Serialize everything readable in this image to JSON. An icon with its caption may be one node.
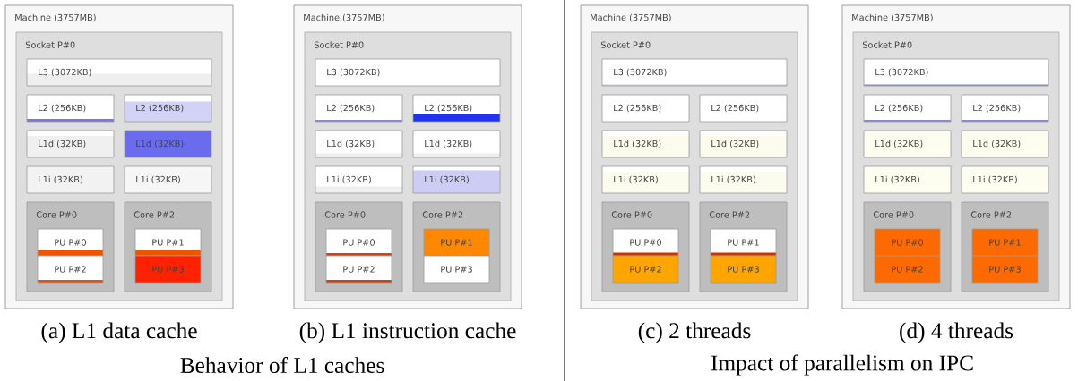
{
  "diagram": {
    "nodes": [
      {
        "text": [
          "Machine (3757MB)"
        ]
      },
      {
        "text": [
          "Socket P#0"
        ],
        "in": 0
      },
      {
        "text": [
          "L3 (3072KB)"
        ],
        "in": 1
      },
      {
        "text": [
          "L2 (256KB)"
        ],
        "in": 1
      },
      {
        "text": [
          "L2 (256KB)"
        ],
        "in": 1
      },
      {
        "text": [
          "L1d (32KB)"
        ],
        "in": 1
      },
      {
        "text": [
          "L1d (32KB)"
        ],
        "in": 1
      },
      {
        "text": [
          "L1i (32KB)"
        ],
        "in": 1
      },
      {
        "text": [
          "L1i (32KB)"
        ],
        "in": 1
      },
      {
        "text": [
          "Core P#0"
        ],
        "in": 1
      },
      {
        "text": [
          "PU P#0"
        ],
        "in": 9
      },
      {
        "text": [
          "PU P#2"
        ],
        "in": 9
      },
      {
        "text": [
          "Core P#2"
        ],
        "in": 1
      },
      {
        "text": [
          "PU P#1"
        ],
        "in": 12
      },
      {
        "text": [
          "PU P#3"
        ],
        "in": 12
      },
      {
        "text": [
          "Machine (3757MB)"
        ]
      },
      {
        "text": [
          "Socket P#0"
        ],
        "in": 15
      },
      {
        "text": [
          "L3 (3072KB)"
        ],
        "in": 16
      },
      {
        "text": [
          "L2 (256KB)"
        ],
        "in": 16
      },
      {
        "text": [
          "L2 (256KB)"
        ],
        "in": 16
      },
      {
        "text": [
          "L1d (32KB)"
        ],
        "in": 16
      },
      {
        "text": [
          "L1d (32KB)"
        ],
        "in": 16
      },
      {
        "text": [
          "L1i (32KB)"
        ],
        "in": 16
      },
      {
        "text": [
          "L1i (32KB)"
        ],
        "in": 16
      },
      {
        "text": [
          "Core P#0"
        ],
        "in": 16
      },
      {
        "text": [
          "PU P#0"
        ],
        "in": 24
      },
      {
        "text": [
          "PU P#2"
        ],
        "in": 24
      },
      {
        "text": [
          "Core P#2"
        ],
        "in": 16
      },
      {
        "text": [
          "PU P#1"
        ],
        "in": 27
      },
      {
        "text": [
          "PU P#3"
        ],
        "in": 27
      },
      {
        "text": [
          "Machine (3757MB)"
        ]
      },
      {
        "text": [
          "Socket P#0"
        ],
        "in": 30
      },
      {
        "text": [
          "L3 (3072KB)"
        ],
        "in": 31
      },
      {
        "text": [
          "L2 (256KB)"
        ],
        "in": 31
      },
      {
        "text": [
          "L2 (256KB)"
        ],
        "in": 31
      },
      {
        "text": [
          "L1d (32KB)"
        ],
        "in": 31
      },
      {
        "text": [
          "L1d (32KB)"
        ],
        "in": 31
      },
      {
        "text": [
          "L1i (32KB)"
        ],
        "in": 31
      },
      {
        "text": [
          "L1i (32KB)"
        ],
        "in": 31
      },
      {
        "text": [
          "Core P#0"
        ],
        "in": 31
      },
      {
        "text": [
          "PU P#0"
        ],
        "in": 39
      },
      {
        "text": [
          "PU P#2"
        ],
        "in": 39
      },
      {
        "text": [
          "Core P#2"
        ],
        "in": 31
      },
      {
        "text": [
          "PU P#1"
        ],
        "in": 42
      },
      {
        "text": [
          "PU P#3"
        ],
        "in": 42
      },
      {
        "text": [
          "Machine (3757MB)"
        ]
      },
      {
        "text": [
          "Socket P#0"
        ],
        "in": 45
      },
      {
        "text": [
          "L3 (3072KB)"
        ],
        "in": 46
      },
      {
        "text": [
          "L2 (256KB)"
        ],
        "in": 46
      },
      {
        "text": [
          "L2 (256KB)"
        ],
        "in": 46
      },
      {
        "text": [
          "L1d (32KB)"
        ],
        "in": 46
      },
      {
        "text": [
          "L1d (32KB)"
        ],
        "in": 46
      },
      {
        "text": [
          "L1i (32KB)"
        ],
        "in": 46
      },
      {
        "text": [
          "L1i (32KB)"
        ],
        "in": 46
      },
      {
        "text": [
          "Core P#0"
        ],
        "in": 46
      },
      {
        "text": [
          "PU P#0"
        ],
        "in": 54
      },
      {
        "text": [
          "PU P#2"
        ],
        "in": 54
      },
      {
        "text": [
          "Core P#2"
        ],
        "in": 46
      },
      {
        "text": [
          "PU P#1"
        ],
        "in": 57
      },
      {
        "text": [
          "PU P#3"
        ],
        "in": 57
      }
    ],
    "labels": [
      "(a) L1 data cache",
      "(b) L1 instruction cache",
      "(c) 2 threads",
      "(d) 4 threads",
      "Behavior of L1 caches",
      "Impact of parallelism on IPC"
    ]
  }
}
